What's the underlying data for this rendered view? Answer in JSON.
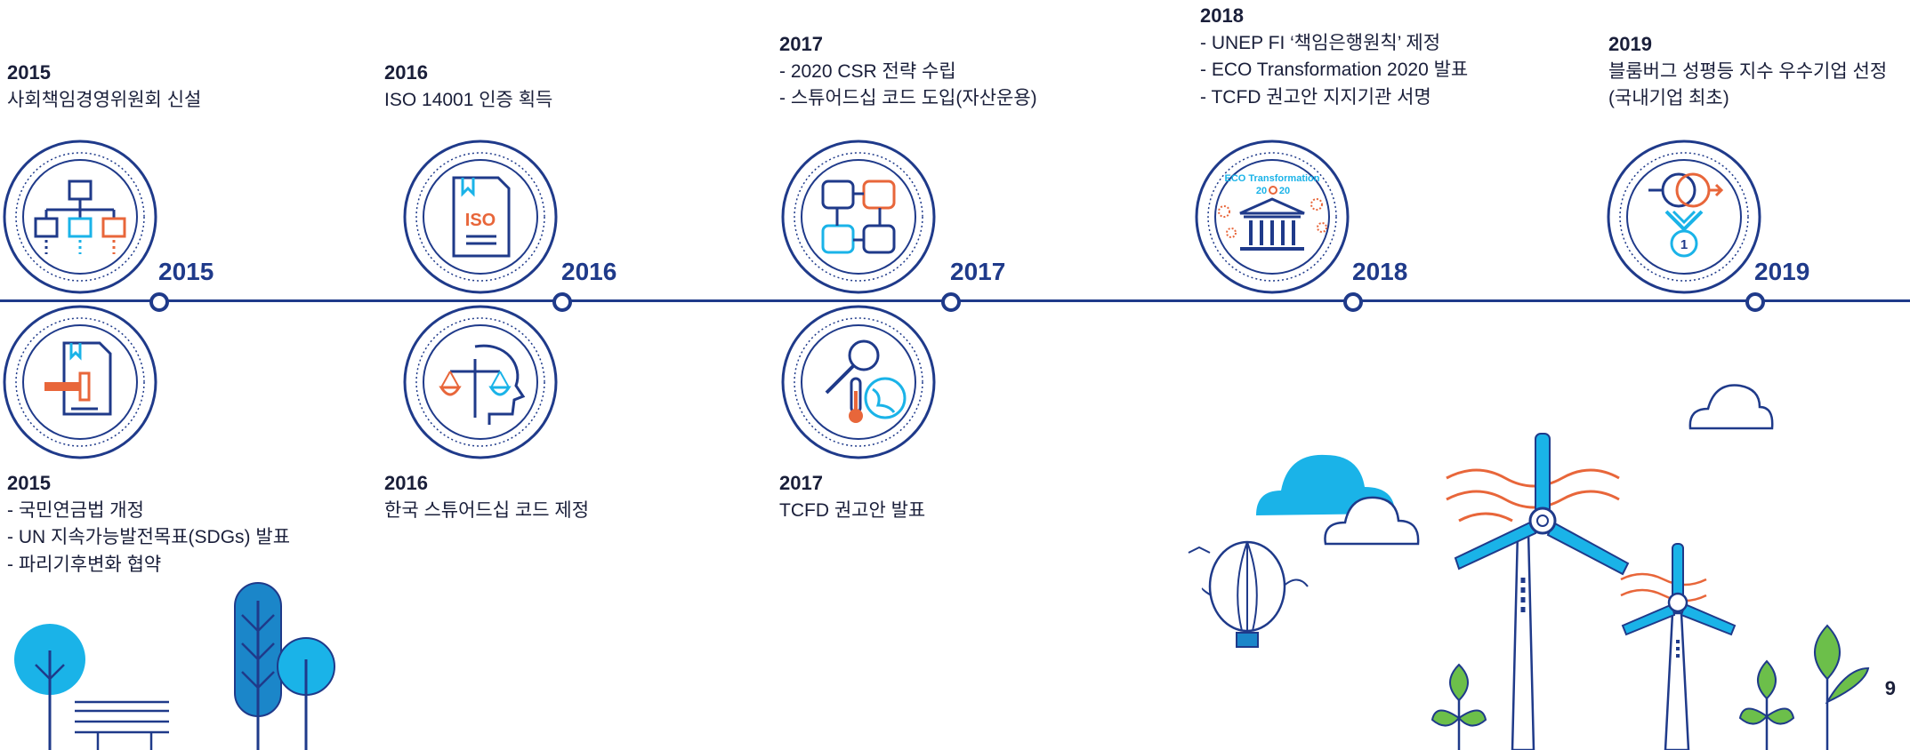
{
  "colors": {
    "navy": "#1f3a8a",
    "cyan": "#1ab3e8",
    "orange": "#e8663a",
    "green": "#6cbf4a"
  },
  "upper": [
    {
      "year": "2015",
      "lines": [
        "사회책임경영위원회 신설"
      ]
    },
    {
      "year": "2016",
      "lines": [
        "ISO 14001 인증 획득"
      ]
    },
    {
      "year": "2017",
      "lines": [
        "- 2020 CSR 전략 수립",
        "- 스튜어드십 코드 도입(자산운용)"
      ]
    },
    {
      "year": "2018",
      "lines": [
        "- UNEP FI ‘책임은행원칙’ 제정",
        "- ECO Transformation 2020 발표",
        "- TCFD 권고안 지지기관 서명"
      ]
    },
    {
      "year": "2019",
      "lines": [
        "블룸버그 성평등 지수 우수기업 선정",
        "(국내기업 최초)"
      ]
    }
  ],
  "lower": [
    {
      "year": "2015",
      "lines": [
        "- 국민연금법 개정",
        "- UN 지속가능발전목표(SDGs) 발표",
        "- 파리기후변화 협약"
      ]
    },
    {
      "year": "2016",
      "lines": [
        "한국 스튜어드십 코드 제정"
      ]
    },
    {
      "year": "2017",
      "lines": [
        "TCFD 권고안 발표"
      ]
    }
  ],
  "timeline_years": [
    "2015",
    "2016",
    "2017",
    "2018",
    "2019"
  ],
  "icons": {
    "eco_label": "ECO Transformation",
    "eco_sub": "20",
    "eco_sub2": "20",
    "iso_label": "ISO",
    "medal_num": "1"
  },
  "page_number": "9"
}
